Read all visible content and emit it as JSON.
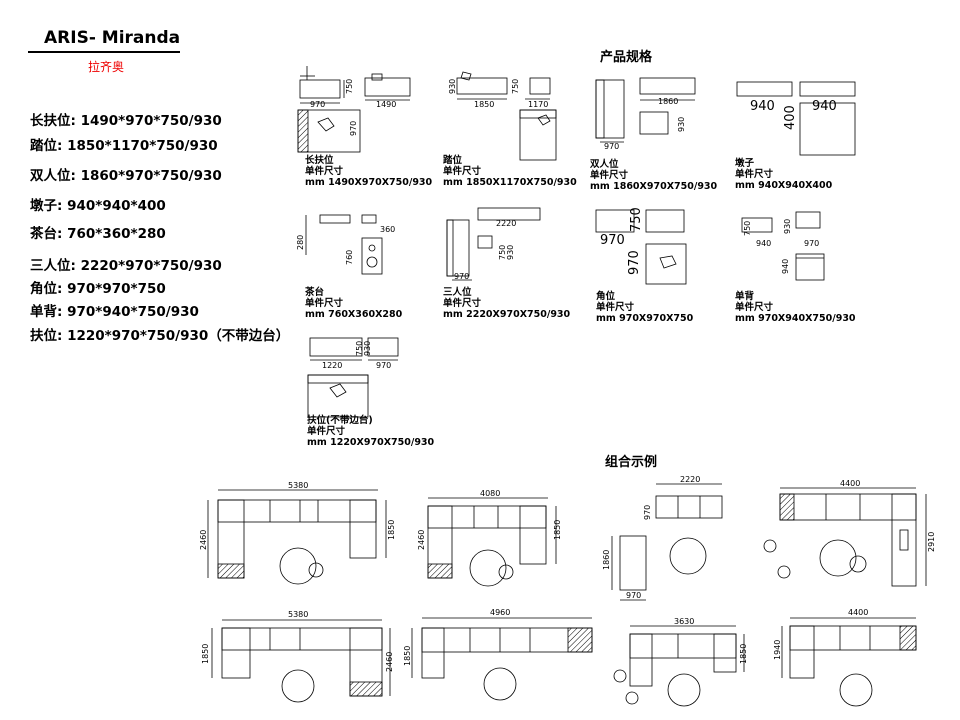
{
  "brand": {
    "title": "ARIS- Miranda",
    "subtitle": "拉齐奥"
  },
  "specs": [
    "长扶位: 1490*970*750/930",
    "踏位: 1850*1170*750/930",
    "双人位: 1860*970*750/930",
    "墩子: 940*940*400",
    "茶台: 760*360*280",
    "三人位: 2220*970*750/930",
    "角位: 970*970*750",
    "单背: 970*940*750/930",
    "扶位: 1220*970*750/930（不带边台）"
  ],
  "sections": {
    "product_spec": "产品规格",
    "combination": "组合示例"
  },
  "products": [
    {
      "name": "长扶位",
      "label": "单件尺寸",
      "size": "mm 1490X970X750/930",
      "dims": [
        "970",
        "750",
        "1490",
        "970"
      ]
    },
    {
      "name": "踏位",
      "label": "单件尺寸",
      "size": "mm 1850X1170X750/930",
      "dims": [
        "930",
        "750",
        "1850",
        "1170"
      ]
    },
    {
      "name": "双人位",
      "label": "单件尺寸",
      "size": "mm 1860X970X750/930",
      "dims": [
        "1860",
        "970",
        "930"
      ]
    },
    {
      "name": "墩子",
      "label": "单件尺寸",
      "size": "mm 940X940X400",
      "dims": [
        "940",
        "940",
        "400"
      ]
    },
    {
      "name": "茶台",
      "label": "单件尺寸",
      "size": "mm 760X360X280",
      "dims": [
        "280",
        "360",
        "760"
      ]
    },
    {
      "name": "三人位",
      "label": "单件尺寸",
      "size": "mm 2220X970X750/930",
      "dims": [
        "2220",
        "750",
        "930",
        "970"
      ]
    },
    {
      "name": "角位",
      "label": "单件尺寸",
      "size": "mm 970X970X750",
      "dims": [
        "750",
        "970",
        "970"
      ]
    },
    {
      "name": "单背",
      "label": "单件尺寸",
      "size": "mm 970X940X750/930",
      "dims": [
        "750",
        "940",
        "930",
        "970",
        "940"
      ]
    },
    {
      "name": "扶位(不带边台)",
      "label": "单件尺寸",
      "size": "mm 1220X970X750/930",
      "dims": [
        "1220",
        "750",
        "930",
        "970"
      ]
    }
  ],
  "combos": [
    {
      "w": "5380",
      "h1": "2460",
      "h2": "1850"
    },
    {
      "w": "4080",
      "h1": "2460",
      "h2": "1850"
    },
    {
      "w": "2220",
      "h1": "970",
      "h2": "1860",
      "w2": "970"
    },
    {
      "w": "4400",
      "h1": "2910"
    },
    {
      "w": "5380",
      "h1": "1850",
      "h2": "2460"
    },
    {
      "w": "4960",
      "h1": "1850"
    },
    {
      "w": "3630",
      "h1": "1850"
    },
    {
      "w": "4400",
      "h1": "1940"
    }
  ]
}
